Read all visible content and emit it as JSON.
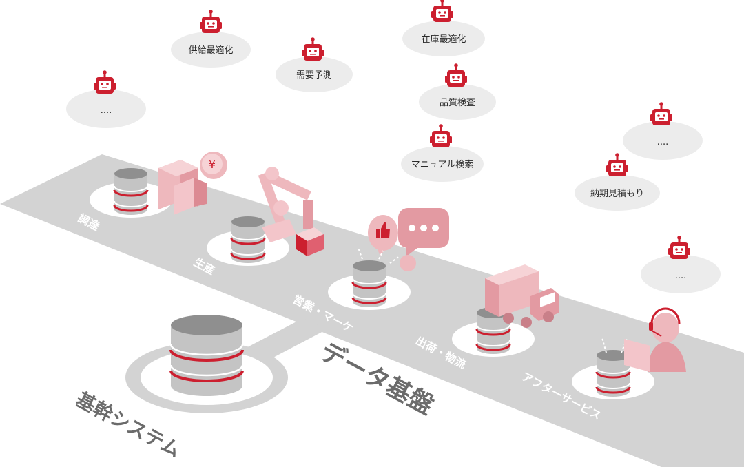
{
  "platform": {
    "title": "データ基盤",
    "core_system": "基幹システム"
  },
  "stages": [
    {
      "label": "調達"
    },
    {
      "label": "生産"
    },
    {
      "label": "営業・マーケ"
    },
    {
      "label": "出荷・物流"
    },
    {
      "label": "アフターサービス"
    }
  ],
  "ai_bubbles": [
    {
      "label": "...."
    },
    {
      "label": "供給最適化"
    },
    {
      "label": "需要予測"
    },
    {
      "label": "在庫最適化"
    },
    {
      "label": "品質検査"
    },
    {
      "label": "マニュアル検索"
    },
    {
      "label": "...."
    },
    {
      "label": "納期見積もり"
    },
    {
      "label": "...."
    }
  ],
  "colors": {
    "accent": "#cc1f2f",
    "pink": "#eeb8bd",
    "road": "#d3d3d3",
    "bubble": "#ececec"
  }
}
